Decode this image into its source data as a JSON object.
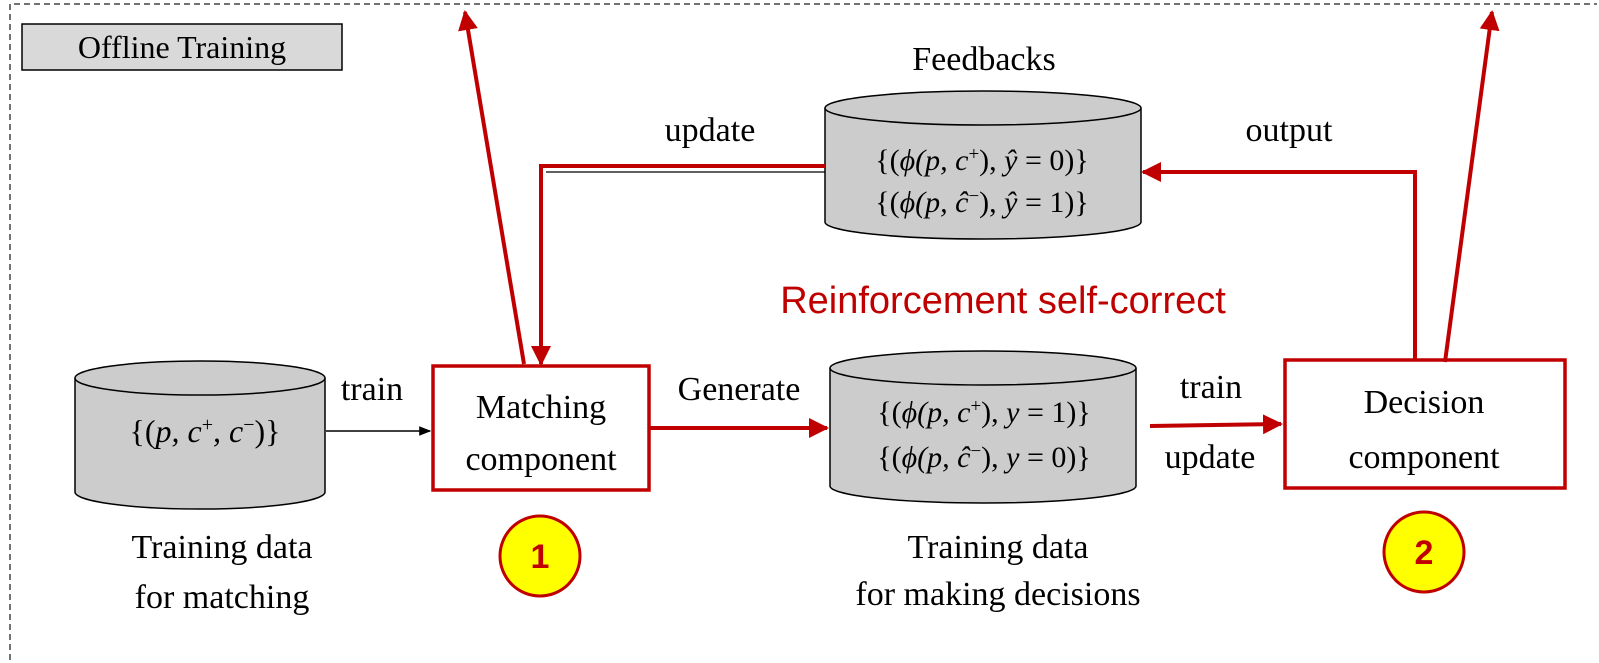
{
  "panel": {
    "title": "Offline Training"
  },
  "headline": "Reinforcement self-correct",
  "colors": {
    "accent": "#c00000",
    "cylinder": "#cccccc",
    "badge": "#ffff00"
  },
  "feedbacks": {
    "label": "Feedbacks",
    "line1": {
      "open": "{(",
      "phi": "ϕ",
      "args": "(p, c",
      "sup": "+",
      "tail": "), ",
      "y": "ŷ",
      "eq": " = 0)}"
    },
    "line2": {
      "open": "{(",
      "phi": "ϕ",
      "args": "(p, ĉ",
      "sup": "−",
      "tail": "), ",
      "y": "ŷ",
      "eq": " = 1)}"
    }
  },
  "matching_data": {
    "text": {
      "open": "{(",
      "args": "p, c",
      "sup1": "+",
      "mid": ", c",
      "sup2": "−",
      "close": ")}"
    },
    "caption1": "Training data",
    "caption2": "for matching"
  },
  "decision_data": {
    "line1": {
      "open": "{(",
      "phi": "ϕ",
      "args": "(p, c",
      "sup": "+",
      "tail": "), ",
      "y": "y",
      "eq": " = 1)}"
    },
    "line2": {
      "open": "{(",
      "phi": "ϕ",
      "args": "(p, ĉ",
      "sup": "−",
      "tail": "), ",
      "y": "y",
      "eq": " = 0)}"
    },
    "caption1": "Training data",
    "caption2": "for making decisions"
  },
  "matching_component": {
    "line1": "Matching",
    "line2": "component",
    "badge": "1"
  },
  "decision_component": {
    "line1": "Decision",
    "line2": "component",
    "badge": "2"
  },
  "edges": {
    "update_top": "update",
    "output": "output",
    "train_left": "train",
    "generate": "Generate",
    "train_right": "train",
    "update_right": "update"
  }
}
